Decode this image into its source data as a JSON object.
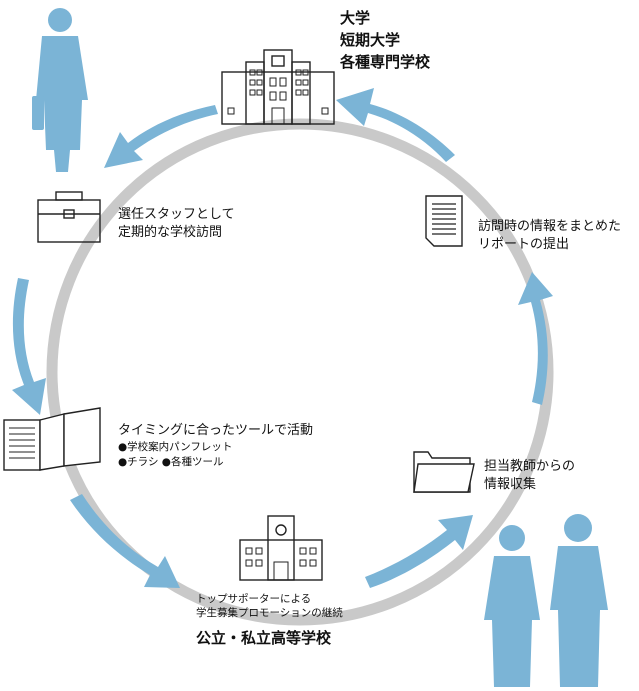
{
  "university": {
    "title_lines": [
      "大学",
      "短期大学",
      "各種専門学校"
    ]
  },
  "steps": {
    "visit": {
      "lines": [
        "選任スタッフとして",
        "定期的な学校訪問"
      ]
    },
    "report": {
      "lines": [
        "訪問時の情報をまとめた",
        "リポートの提出"
      ]
    },
    "tools": {
      "lines": [
        "タイミングに合ったツールで活動"
      ],
      "bullets": [
        "●学校案内パンフレット",
        "●チラシ ●各種ツール"
      ]
    },
    "collect": {
      "lines": [
        "担当教師からの",
        "情報収集"
      ]
    }
  },
  "highschool": {
    "caption_lines": [
      "トップサポーターによる",
      "学生募集プロモーションの継続"
    ],
    "title": "公立・私立高等学校"
  },
  "colors": {
    "ring": "#c9c9c9",
    "arrow": "#7bb4d6",
    "silhouette": "#7bb4d6",
    "icon_stroke": "#222222"
  }
}
